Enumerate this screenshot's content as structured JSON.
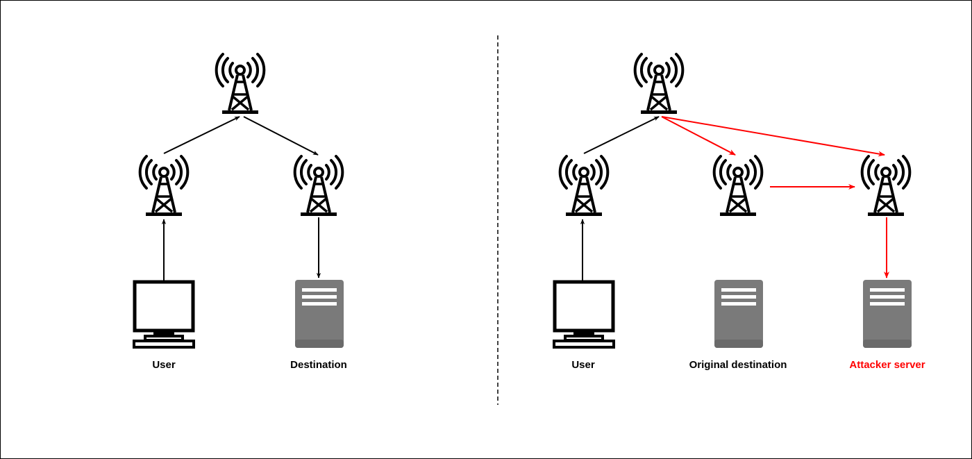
{
  "colors": {
    "line": "#000000",
    "attack": "#ff0000",
    "server_body": "#7a7a7a",
    "server_lines": "#ffffff",
    "background": "#ffffff"
  },
  "left_panel": {
    "nodes": {
      "top_tower": {
        "icon": "radio-tower-icon"
      },
      "user_tower": {
        "icon": "radio-tower-icon"
      },
      "dest_tower": {
        "icon": "radio-tower-icon"
      },
      "user": {
        "icon": "computer-monitor-icon",
        "label": "User"
      },
      "destination": {
        "icon": "server-icon",
        "label": "Destination"
      }
    },
    "edges": [
      {
        "from": "user",
        "to": "user_tower",
        "color": "line"
      },
      {
        "from": "user_tower",
        "to": "top_tower",
        "color": "line"
      },
      {
        "from": "top_tower",
        "to": "dest_tower",
        "color": "line"
      },
      {
        "from": "dest_tower",
        "to": "destination",
        "color": "line"
      }
    ]
  },
  "right_panel": {
    "nodes": {
      "top_tower": {
        "icon": "radio-tower-icon"
      },
      "user_tower": {
        "icon": "radio-tower-icon"
      },
      "orig_tower": {
        "icon": "radio-tower-icon"
      },
      "attacker_tower": {
        "icon": "radio-tower-icon"
      },
      "user": {
        "icon": "computer-monitor-icon",
        "label": "User"
      },
      "original_destination": {
        "icon": "server-icon",
        "label": "Original destination"
      },
      "attacker_server": {
        "icon": "server-icon",
        "label": "Attacker server",
        "label_color": "attack"
      }
    },
    "edges": [
      {
        "from": "user",
        "to": "user_tower",
        "color": "line"
      },
      {
        "from": "user_tower",
        "to": "top_tower",
        "color": "line"
      },
      {
        "from": "top_tower",
        "to": "orig_tower",
        "color": "attack"
      },
      {
        "from": "top_tower",
        "to": "attacker_tower",
        "color": "attack"
      },
      {
        "from": "orig_tower",
        "to": "attacker_tower",
        "color": "attack"
      },
      {
        "from": "attacker_tower",
        "to": "attacker_server",
        "color": "attack"
      }
    ]
  },
  "divider": {
    "style": "dashed"
  }
}
